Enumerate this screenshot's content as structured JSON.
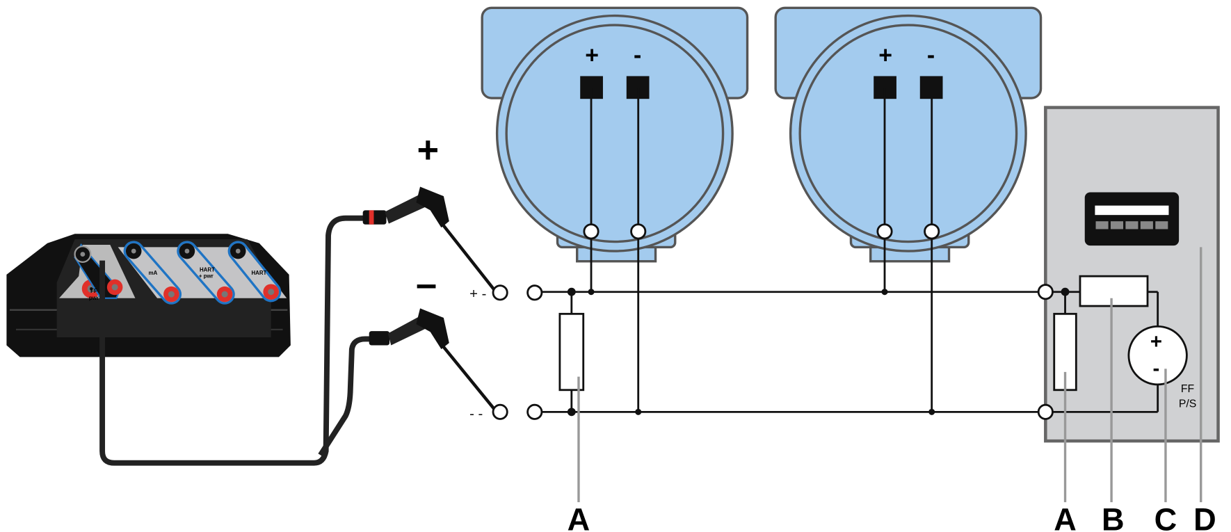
{
  "colors": {
    "transmitter_fill": "#a3cbee",
    "outline": "#555555",
    "psu_fill": "#d0d1d3",
    "jack_red": "#e0302a",
    "jack_ring": "#1f74c4"
  },
  "meter": {
    "jacks": [
      {
        "label_line1": "FF",
        "label_line2": "pwr"
      },
      {
        "label_line1": "mA",
        "label_line2": ""
      },
      {
        "label_line1": "HART",
        "label_line2": "+ pwr"
      },
      {
        "label_line1": "HART",
        "label_line2": ""
      }
    ]
  },
  "polarity": {
    "plus": "+",
    "minus": "–"
  },
  "terminals": {
    "plus": "+ -",
    "minus": "- -"
  },
  "transmitters": [
    {
      "plus": "+",
      "minus": "-"
    },
    {
      "plus": "+",
      "minus": "-"
    }
  ],
  "psu": {
    "plus": "+",
    "minus": "-",
    "label_line1": "FF",
    "label_line2": "P/S"
  },
  "callouts": [
    "A",
    "A",
    "B",
    "C",
    "D"
  ]
}
